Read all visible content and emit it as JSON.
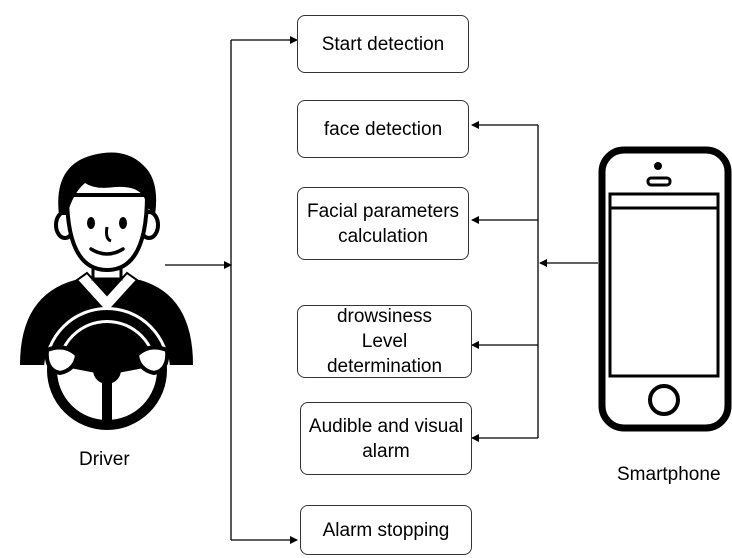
{
  "diagram": {
    "steps": [
      {
        "label": "Start detection"
      },
      {
        "label": "face detection"
      },
      {
        "label": "Facial parameters\ncalculation"
      },
      {
        "label": "drowsiness\nLevel determination"
      },
      {
        "label": "Audible and visual\nalarm"
      },
      {
        "label": "Alarm stopping"
      }
    ],
    "actors": {
      "driver": {
        "label": "Driver",
        "icon": "driver-steering-wheel-icon"
      },
      "smartphone": {
        "label": "Smartphone",
        "icon": "smartphone-icon"
      }
    },
    "colors": {
      "line": "#000000",
      "box_border": "#333333"
    }
  }
}
